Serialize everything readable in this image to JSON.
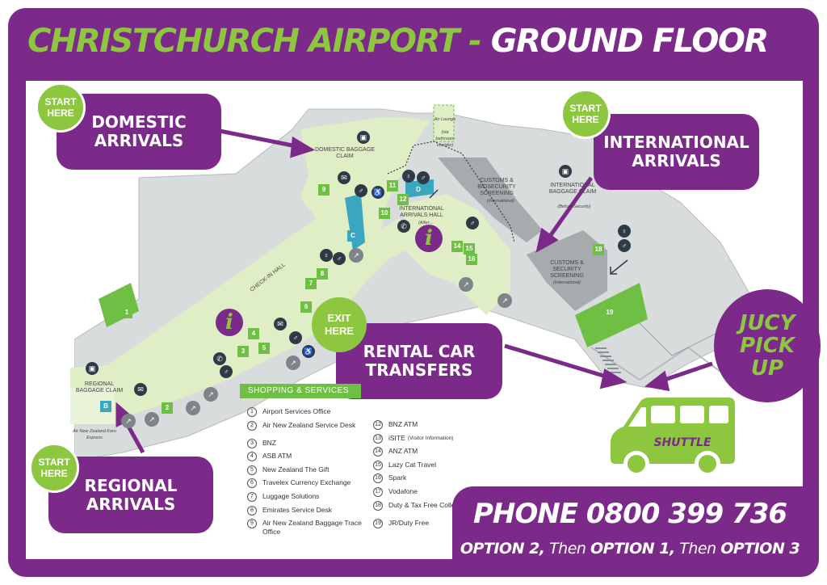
{
  "title": {
    "part1": "CHRISTCHURCH AIRPORT -",
    "part2": "GROUND FLOOR"
  },
  "colors": {
    "purple": "#7b2a8a",
    "green": "#8dc63f",
    "lightgreen": "#dfeec4",
    "grey": "#d9dcdd",
    "darkgrey": "#a6abae"
  },
  "callouts": {
    "domestic": {
      "line1": "DOMESTIC",
      "line2": "ARRIVALS"
    },
    "international": {
      "line1": "INTERNATIONAL",
      "line2": "ARRIVALS"
    },
    "regional": {
      "line1": "REGIONAL",
      "line2": "ARRIVALS"
    },
    "rental": {
      "line1": "RENTAL CAR",
      "line2": "TRANSFERS"
    },
    "start_line1": "START",
    "start_line2": "HERE",
    "exit_line1": "EXIT",
    "exit_line2": "HERE",
    "jucy": {
      "line1": "JUCY",
      "line2": "PICK",
      "line3": "UP"
    }
  },
  "shuttle_label": "SHUTTLE",
  "phone": "PHONE 0800 399 736",
  "options": {
    "o1": "OPTION 2,",
    "then1": " Then ",
    "o2": "OPTION 1,",
    "then2": " Then ",
    "o3": "OPTION 3"
  },
  "map_labels": {
    "domestic_baggage": "DOMESTIC BAGGAGE CLAIM",
    "air_lounge": "Air Lounge",
    "air_lounge_sub": "(via bathroom corridor)",
    "customs_bio": "CUSTOMS & BIOSECURITY SCREENING",
    "customs_bio_sub": "(International)",
    "intl_baggage": "INTERNATIONAL BAGGAGE CLAIM",
    "intl_baggage_sub": "(Before Security)",
    "intl_arrivals_hall": "INTERNATIONAL ARRIVALS HALL",
    "intl_arrivals_hall_sub": "(After...",
    "customs_security": "CUSTOMS & SECURITY SCREENING",
    "customs_security_sub": "(International)",
    "checkin_hall": "CHECK-IN HALL",
    "regional_baggage": "REGIONAL BAGGAGE CLAIM",
    "koru": "Air New Zealand Koru Express"
  },
  "services_header": "SHOPPING & SERVICES",
  "services": [
    {
      "num": "1",
      "label": "Airport Services Office"
    },
    {
      "num": "2",
      "label": "Air New Zealand Service Desk"
    },
    {
      "num": "3",
      "label": "BNZ"
    },
    {
      "num": "4",
      "label": "ASB ATM"
    },
    {
      "num": "5",
      "label": "New Zealand The Gift"
    },
    {
      "num": "6",
      "label": "Travelex Currency Exchange"
    },
    {
      "num": "7",
      "label": "Luggage Solutions"
    },
    {
      "num": "8",
      "label": "Emirates Service Desk"
    },
    {
      "num": "9",
      "label": "Air New Zealand Baggage Trace Office"
    },
    {
      "num": "12",
      "label": "BNZ ATM"
    },
    {
      "num": "13",
      "label": "iSITE",
      "sub": "(Visitor Information)"
    },
    {
      "num": "14",
      "label": "ANZ ATM"
    },
    {
      "num": "15",
      "label": "Lazy Cat Travel"
    },
    {
      "num": "16",
      "label": "Spark"
    },
    {
      "num": "17",
      "label": "Vodafone"
    },
    {
      "num": "18",
      "label": "Duty & Tax Free Collection Point"
    },
    {
      "num": "19",
      "label": "JR/Duty Free"
    }
  ],
  "room_numbers": [
    "1",
    "2",
    "3",
    "4",
    "5",
    "6",
    "7",
    "8",
    "9",
    "10",
    "11",
    "12",
    "14",
    "15",
    "16",
    "18",
    "19",
    "B",
    "C",
    "D"
  ],
  "info_glyph": "i"
}
